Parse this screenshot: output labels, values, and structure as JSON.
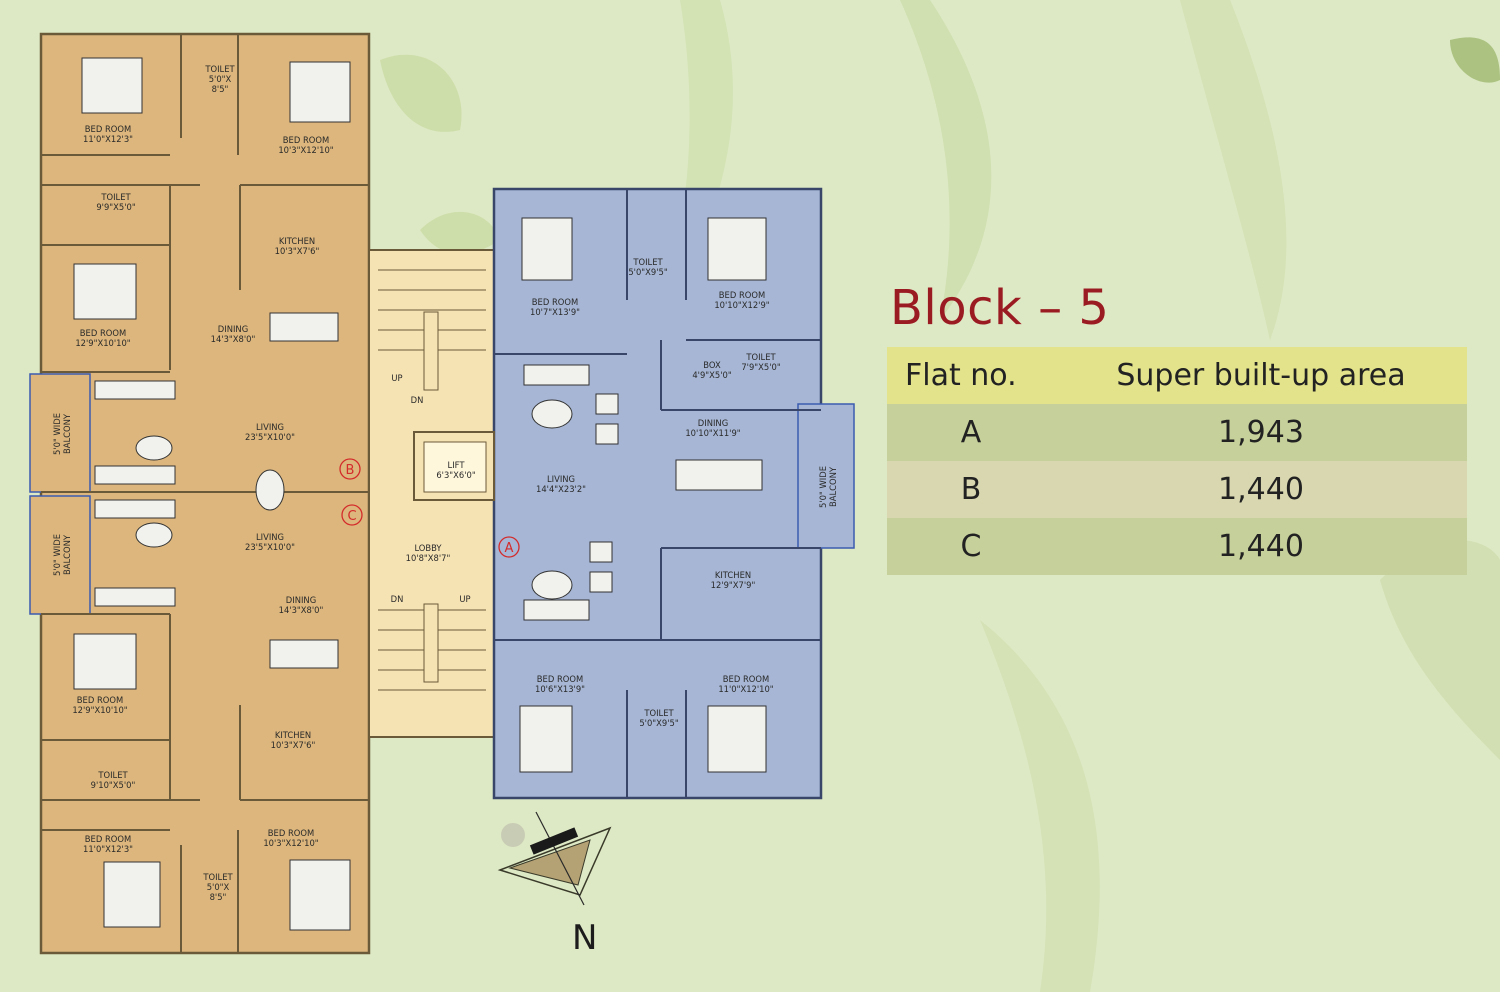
{
  "title": "Block – 5",
  "table": {
    "headers": [
      "Flat no.",
      "Super built-up area"
    ],
    "rows": [
      {
        "flat": "A",
        "area": "1,943"
      },
      {
        "flat": "B",
        "area": "1,440"
      },
      {
        "flat": "C",
        "area": "1,440"
      }
    ]
  },
  "compass": {
    "label": "N"
  },
  "colors": {
    "background": "#dde9c4",
    "flat_bc": "#dcb67c",
    "flat_a": "#a6b6d4",
    "core": "#f6e3b4",
    "title": "#9b1b23"
  },
  "flat_markers": [
    "A",
    "B",
    "C"
  ],
  "rooms": {
    "bc_top_bed1": [
      "BED ROOM",
      "11'0\"X12'3\""
    ],
    "bc_top_toilet1": [
      "TOILET",
      "5'0\"X",
      "8'5\""
    ],
    "bc_top_bed2": [
      "BED ROOM",
      "10'3\"X12'10\""
    ],
    "bc_top_toilet2": [
      "TOILET",
      "9'9\"X5'0\""
    ],
    "bc_top_kitchen": [
      "KITCHEN",
      "10'3\"X7'6\""
    ],
    "bc_top_bed3": [
      "BED ROOM",
      "12'9\"X10'10\""
    ],
    "bc_top_dining": [
      "DINING",
      "14'3\"X8'0\""
    ],
    "bc_top_living": [
      "LIVING",
      "23'5\"X10'0\""
    ],
    "bc_balcony_top": [
      "5'0\" WIDE",
      "BALCONY"
    ],
    "bc_balcony_bottom": [
      "5'0\" WIDE",
      "BALCONY"
    ],
    "bc_bot_living": [
      "LIVING",
      "23'5\"X10'0\""
    ],
    "bc_bot_dining": [
      "DINING",
      "14'3\"X8'0\""
    ],
    "bc_bot_bed3": [
      "BED ROOM",
      "12'9\"X10'10\""
    ],
    "bc_bot_kitchen": [
      "KITCHEN",
      "10'3\"X7'6\""
    ],
    "bc_bot_toilet2": [
      "TOILET",
      "9'10\"X5'0\""
    ],
    "bc_bot_bed1": [
      "BED ROOM",
      "11'0\"X12'3\""
    ],
    "bc_bot_bed2": [
      "BED ROOM",
      "10'3\"X12'10\""
    ],
    "bc_bot_toilet1": [
      "TOILET",
      "5'0\"X",
      "8'5\""
    ],
    "core_up": "UP",
    "core_dn": "DN",
    "core_lift": [
      "LIFT",
      "6'3\"X6'0\""
    ],
    "core_lobby": [
      "LOBBY",
      "10'8\"X8'7\""
    ],
    "core_dn2": "DN",
    "core_up2": "UP",
    "a_bed1": [
      "BED ROOM",
      "10'7\"X13'9\""
    ],
    "a_toilet1": [
      "TOILET",
      "5'0\"X9'5\""
    ],
    "a_bed2": [
      "BED ROOM",
      "10'10\"X12'9\""
    ],
    "a_box": [
      "BOX",
      "4'9\"X5'0\""
    ],
    "a_toilet2": [
      "TOILET",
      "7'9\"X5'0\""
    ],
    "a_dining": [
      "DINING",
      "10'10\"X11'9\""
    ],
    "a_living": [
      "LIVING",
      "14'4\"X23'2\""
    ],
    "a_balcony": [
      "5'0\" WIDE",
      "BALCONY"
    ],
    "a_kitchen": [
      "KITCHEN",
      "12'9\"X7'9\""
    ],
    "a_bed3": [
      "BED ROOM",
      "10'6\"X13'9\""
    ],
    "a_toilet3": [
      "TOILET",
      "5'0\"X9'5\""
    ],
    "a_bed4": [
      "BED ROOM",
      "11'0\"X12'10\""
    ]
  }
}
